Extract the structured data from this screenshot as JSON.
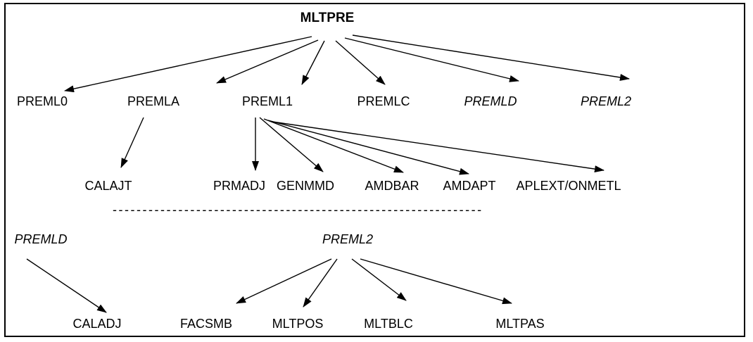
{
  "nodes": {
    "root": "MLTPRE",
    "level1": [
      "PREML0",
      "PREMLA",
      "PREML1",
      "PREMLC",
      "PREMLD",
      "PREML2"
    ],
    "level2": [
      "CALAJT",
      "PRMADJ",
      "GENMMD",
      "AMDBAR",
      "AMDAPT",
      "APLEXT/ONMETL"
    ]
  },
  "separator": "--------------------------------------------------------------",
  "section2": {
    "parents": [
      "PREMLD",
      "PREML2"
    ],
    "children": [
      "CALADJ",
      "FACSMB",
      "MLTPOS",
      "MLTBLC",
      "MLTPAS"
    ]
  },
  "edges": [
    {
      "from": "MLTPRE",
      "to": "PREML0"
    },
    {
      "from": "MLTPRE",
      "to": "PREMLA"
    },
    {
      "from": "MLTPRE",
      "to": "PREML1"
    },
    {
      "from": "MLTPRE",
      "to": "PREMLC"
    },
    {
      "from": "MLTPRE",
      "to": "PREMLD"
    },
    {
      "from": "MLTPRE",
      "to": "PREML2"
    },
    {
      "from": "PREMLA",
      "to": "CALAJT"
    },
    {
      "from": "PREML1",
      "to": "PRMADJ"
    },
    {
      "from": "PREML1",
      "to": "GENMMD"
    },
    {
      "from": "PREML1",
      "to": "AMDBAR"
    },
    {
      "from": "PREML1",
      "to": "AMDAPT"
    },
    {
      "from": "PREML1",
      "to": "APLEXT/ONMETL"
    },
    {
      "from": "PREMLD",
      "to": "CALADJ"
    },
    {
      "from": "PREML2",
      "to": "FACSMB"
    },
    {
      "from": "PREML2",
      "to": "MLTPOS"
    },
    {
      "from": "PREML2",
      "to": "MLTBLC"
    },
    {
      "from": "PREML2",
      "to": "MLTPAS"
    }
  ]
}
